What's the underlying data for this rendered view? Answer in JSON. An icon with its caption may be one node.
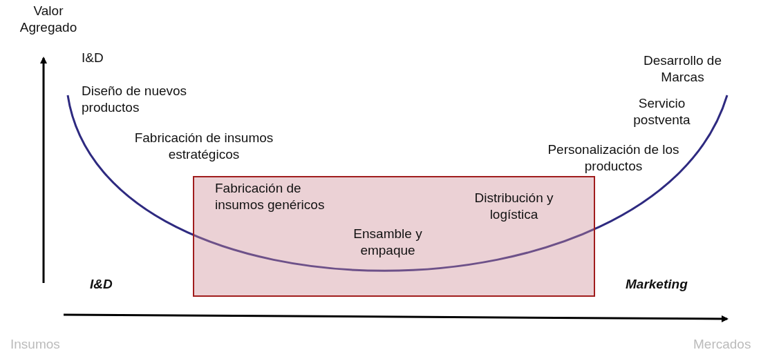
{
  "diagram": {
    "nodes": [
      {
        "text": [
          "Fabricación de insumos genéricos",
          "Ensamble y empaque",
          "Distribución y logística"
        ]
      }
    ],
    "labels": [
      "Valor Agregado",
      "I&D",
      "Diseño de nuevos productos",
      "Fabricación de insumos estratégicos",
      "Desarrollo de Marcas",
      "Servicio postventa",
      "Personalización de los productos",
      "I&D",
      "Marketing",
      "Insumos",
      "Mercados"
    ]
  }
}
